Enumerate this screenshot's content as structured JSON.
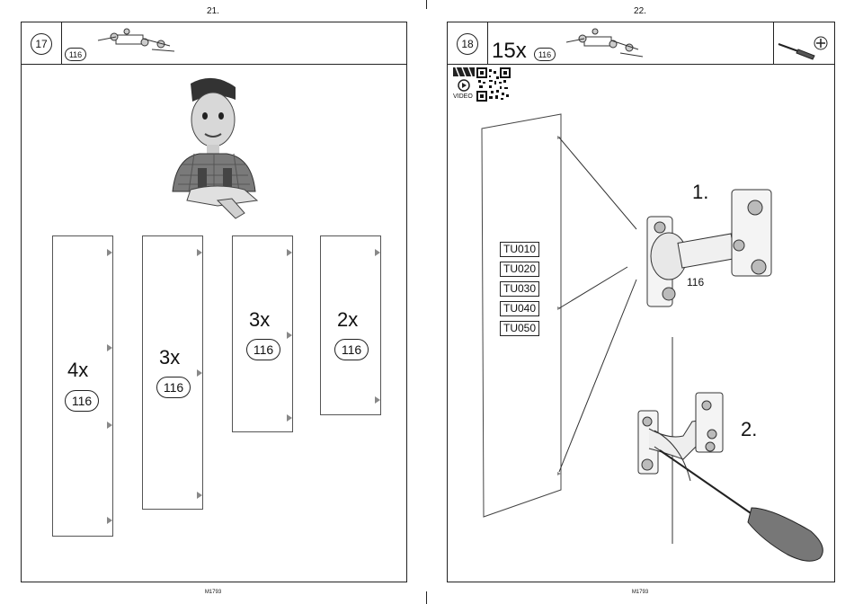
{
  "left_page": {
    "page_number": "21.",
    "step_number": "17",
    "header_part_badge": "116",
    "panels": [
      {
        "quantity": "4x",
        "part": "116"
      },
      {
        "quantity": "3x",
        "part": "116"
      },
      {
        "quantity": "3x",
        "part": "116"
      },
      {
        "quantity": "2x",
        "part": "116"
      }
    ],
    "footer": "M1793"
  },
  "right_page": {
    "page_number": "22.",
    "step_number": "18",
    "header_quantity": "15x",
    "header_part_badge": "116",
    "video_label": "VIDEO",
    "codes": [
      "TU010",
      "TU020",
      "TU030",
      "TU040",
      "TU050"
    ],
    "step_labels": [
      "1.",
      "2."
    ],
    "hinge_part_label": "116",
    "footer": "M1793"
  },
  "icons": [
    "hinge-icon",
    "screwdriver-icon",
    "cross-screw-icon",
    "play-icon",
    "qr-code-icon",
    "clapperboard-icon",
    "mascot-illustration"
  ]
}
